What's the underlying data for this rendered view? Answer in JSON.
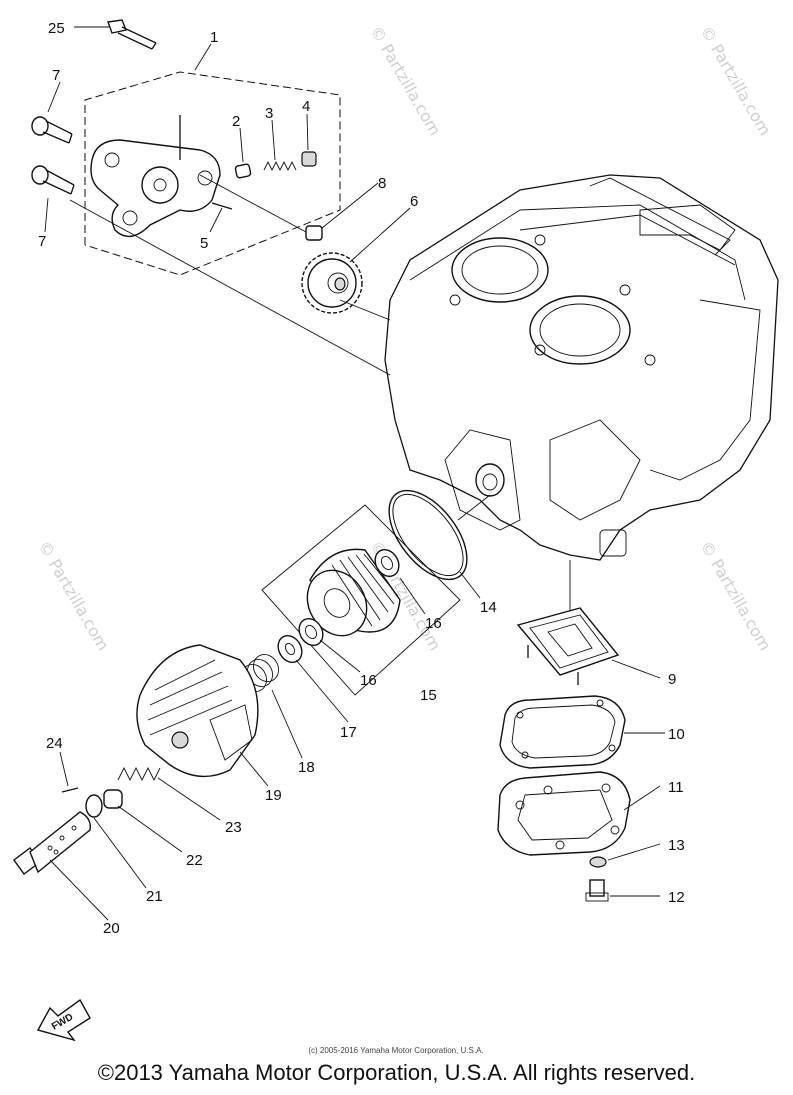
{
  "watermarks": [
    "© Partzilla.com",
    "© Partzilla.com",
    "© Partzilla.com",
    "© Partzilla.com",
    "© Partzilla.com"
  ],
  "callouts": {
    "c25": "25",
    "c1": "1",
    "c7a": "7",
    "c7b": "7",
    "c2": "2",
    "c3": "3",
    "c4": "4",
    "c8": "8",
    "c5": "5",
    "c6": "6",
    "c14": "14",
    "c16a": "16",
    "c16b": "16",
    "c15": "15",
    "c17": "17",
    "c18": "18",
    "c19": "19",
    "c9": "9",
    "c10": "10",
    "c11": "11",
    "c13": "13",
    "c12": "12",
    "c24": "24",
    "c23": "23",
    "c22": "22",
    "c21": "21",
    "c20": "20"
  },
  "fwd_label": "FWD",
  "small_copyright": "(c) 2005-2016 Yamaha Motor Corporation, U.S.A.",
  "footer_copyright": "©2013 Yamaha Motor Corporation, U.S.A. All rights reserved."
}
